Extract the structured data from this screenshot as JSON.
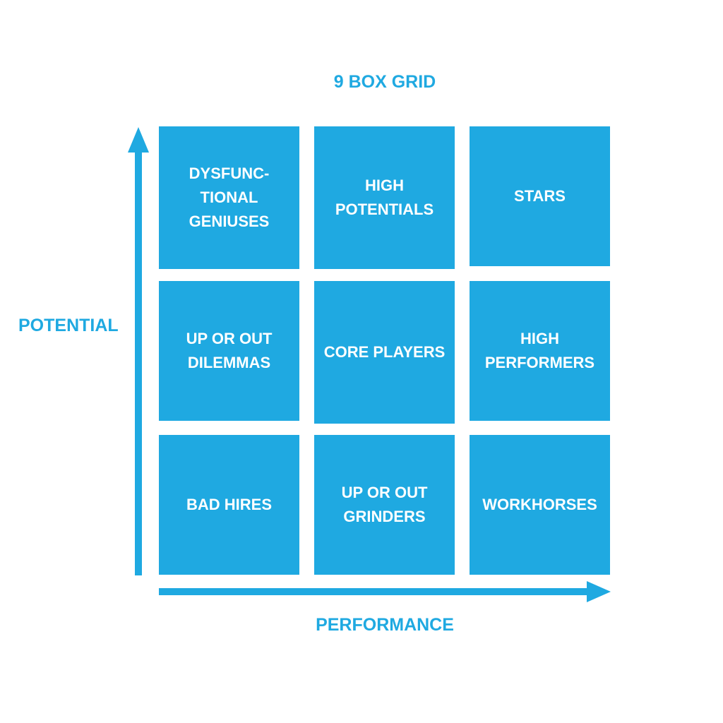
{
  "title": "9 BOX GRID",
  "axes": {
    "y_label": "POTENTIAL",
    "x_label": "PERFORMANCE"
  },
  "colors": {
    "accent": "#1fa9e1",
    "box_text": "#ffffff",
    "background": "#ffffff"
  },
  "grid": {
    "rows": [
      [
        {
          "label": "DYSFUNC-\nTIONAL\nGENIUSES"
        },
        {
          "label": "HIGH\nPOTENTIALS"
        },
        {
          "label": "STARS"
        }
      ],
      [
        {
          "label": "UP OR OUT\nDILEMMAS"
        },
        {
          "label": "CORE PLAYERS"
        },
        {
          "label": "HIGH\nPERFORMERS"
        }
      ],
      [
        {
          "label": "BAD HIRES"
        },
        {
          "label": "UP OR OUT\nGRINDERS"
        },
        {
          "label": "WORKHORSES"
        }
      ]
    ]
  }
}
